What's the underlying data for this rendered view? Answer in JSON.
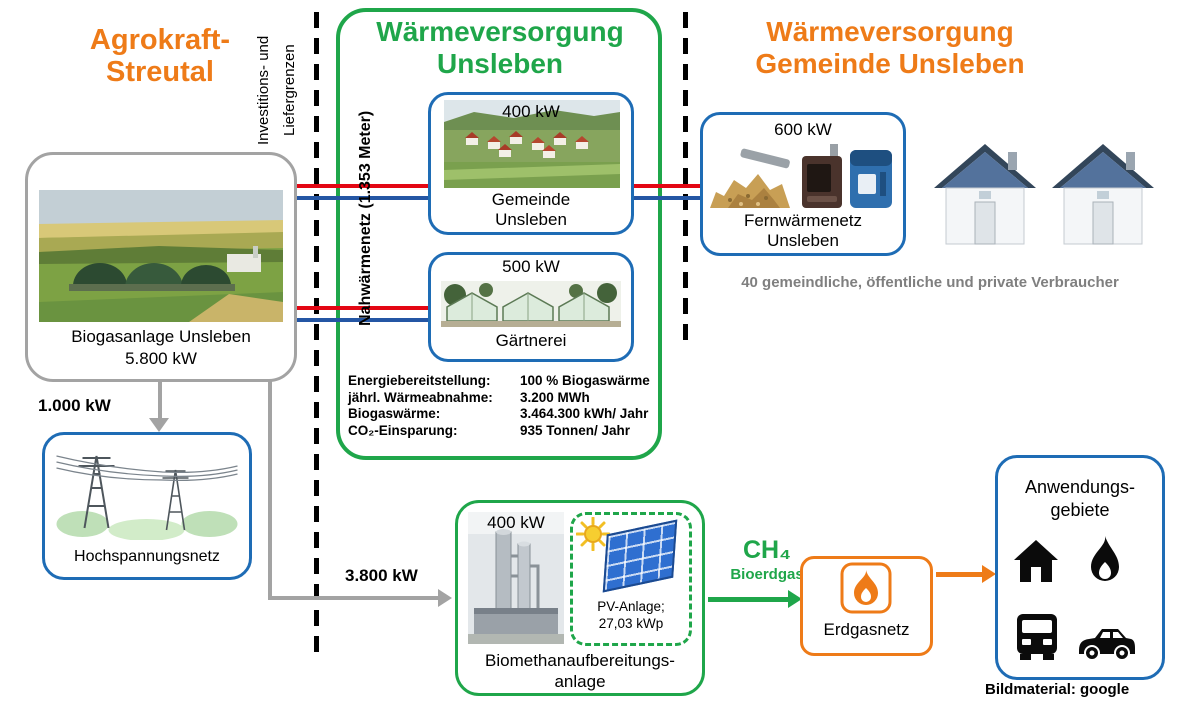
{
  "colors": {
    "orange": "#ee7b18",
    "green": "#1fa64a",
    "blue": "#1e6cb5",
    "flow_red": "#e30613",
    "flow_blue": "#2456a4",
    "gray": "#a3a3a3",
    "note_gray": "#7f7f7f"
  },
  "left_region": {
    "title": "Agrokraft-\nStreutal",
    "biogas_name": "Biogasanlage Unsleben",
    "biogas_power": "5.800 kW",
    "grid_flow": "1.000 kW",
    "grid_name": "Hochspannungsnetz",
    "methane_flow": "3.800 kW"
  },
  "boundary_label": "Investitions- und\nLiefergrenzen",
  "heat_box": {
    "title": "Wärmeversorgung\nUnsleben",
    "network_label": "Nahwärmenetz (1.353 Meter)",
    "gemeinde_power": "400 kW",
    "gemeinde_name": "Gemeinde\nUnsleben",
    "gaertnerei_power": "500 kW",
    "gaertnerei_name": "Gärtnerei",
    "stats": [
      {
        "label": "Energiebereitstellung:",
        "value": "100 % Biogaswärme"
      },
      {
        "label": "jährl. Wärmeabnahme:",
        "value": "3.200 MWh"
      },
      {
        "label": "Biogaswärme:",
        "value": "3.464.300 kWh/ Jahr"
      },
      {
        "label": "CO₂-Einsparung:",
        "value": "935 Tonnen/ Jahr"
      }
    ]
  },
  "right_region": {
    "title": "Wärmeversorgung\nGemeinde Unsleben",
    "fern_power": "600 kW",
    "fern_name": "Fernwärmenetz\nUnsleben",
    "consumers_note": "40 gemeindliche, öffentliche und private Verbraucher"
  },
  "bottom": {
    "biomethane_power": "400 kW",
    "pv_label": "PV-Anlage;\n27,03 kWp",
    "biomethane_name": "Biomethanaufbereitungs-\nanlage",
    "ch4": "CH₄",
    "ch4_sub": "Bioerdgas",
    "erdgas_name": "Erdgasnetz",
    "applications_title": "Anwendungs-\ngebiete",
    "credit": "Bildmaterial: google"
  },
  "icons": {
    "erdgasnetz": "flame-icon",
    "applications": [
      "house-icon",
      "flame-icon",
      "bus-icon",
      "car-icon"
    ],
    "pv": [
      "sun-icon",
      "pv-panel"
    ]
  }
}
